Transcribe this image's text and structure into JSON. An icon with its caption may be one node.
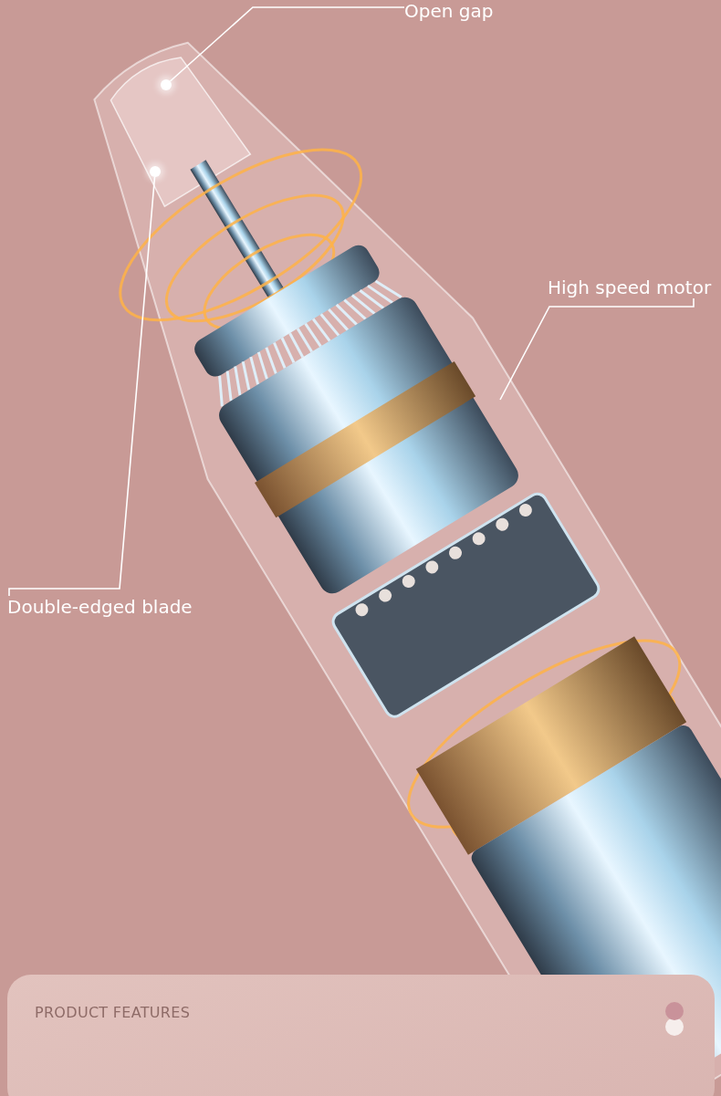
{
  "diagram": {
    "nodes": [
      {
        "text": [
          "Open gap"
        ]
      },
      {
        "text": [],
        "shape": "circle"
      },
      {
        "text": [],
        "shape": "circle"
      },
      {
        "text": [
          "High speed motor"
        ]
      },
      {
        "text": [
          "Double-edged blade"
        ]
      },
      {
        "text": [
          "PRODUCT FEATURES"
        ]
      }
    ],
    "edges": [
      {
        "from": 0,
        "to": 1,
        "arrow": "none"
      },
      {
        "from": 3,
        "to": null,
        "arrow": "none"
      },
      {
        "from": 4,
        "to": 2,
        "arrow": "none"
      }
    ]
  }
}
